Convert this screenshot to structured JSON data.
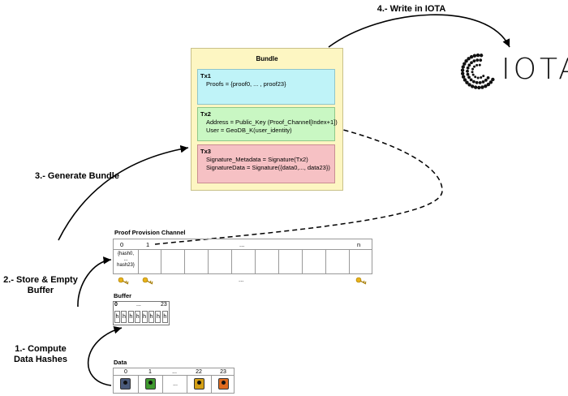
{
  "steps": {
    "write": "4.- Write in IOTA",
    "bundle": "3.- Generate Bundle",
    "store_line1": "2.- Store & Empty",
    "store_line2": "Buffer",
    "compute_line1": "1.- Compute",
    "compute_line2": "Data Hashes"
  },
  "bundle": {
    "title": "Bundle",
    "tx1": {
      "title": "Tx1",
      "line1": "Proofs = {proof0, ... , proof23}"
    },
    "tx2": {
      "title": "Tx2",
      "line1": "Address = Public_Key (Proof_Channel[Index+1])",
      "line2": "User =  GeoDB_K(user_identity)"
    },
    "tx3": {
      "title": "Tx3",
      "line1": "Signature_Metadata = Signature(Tx2)",
      "line2": "SignatureData =  Signature({data0,..., data23})"
    }
  },
  "iota": {
    "wordmark": "IOTA"
  },
  "proof_channel": {
    "title": "Proof Provision Channel",
    "labels": {
      "first": "0",
      "second": "1",
      "dots": "...",
      "last": "n"
    },
    "first_cell": {
      "line1": "{hash0,",
      "line2": "...",
      "line3": "hash23}"
    },
    "keys_dots": "..."
  },
  "buffer": {
    "title": "Buffer",
    "label_start": "0",
    "label_dots": "...",
    "label_end": "23",
    "cell_char": "h"
  },
  "data": {
    "title": "Data",
    "labels": [
      "0",
      "1",
      "...",
      "22",
      "23"
    ],
    "dots": "...",
    "colors": [
      "#4a5a7a",
      "#3f9a2f",
      "#d4a017",
      "#e06b1f"
    ]
  }
}
